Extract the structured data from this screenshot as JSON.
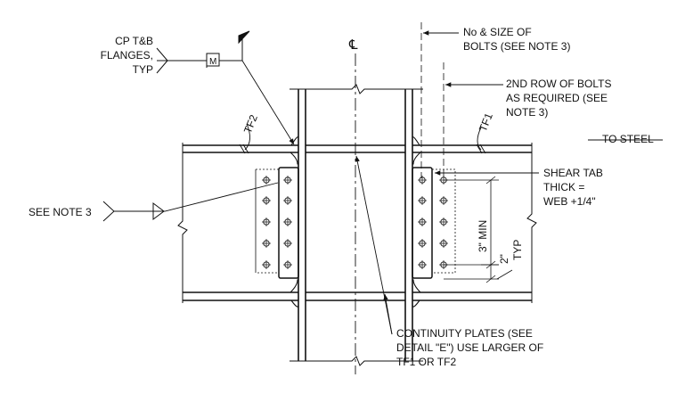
{
  "notes": {
    "cp_flanges": [
      "CP T&B",
      "FLANGES,",
      "TYP"
    ],
    "weld_m": "M",
    "centerline": "℄",
    "bolts": [
      "No & SIZE OF",
      "BOLTS (SEE NOTE 3)"
    ],
    "second_row": [
      "2ND ROW OF BOLTS",
      "AS REQUIRED (SEE",
      "NOTE 3)"
    ],
    "tf2": "TF2",
    "tf1": "TF1",
    "to_steel": "TO STEEL",
    "shear_tab": [
      "SHEAR TAB",
      "THICK =",
      "WEB +1/4\""
    ],
    "see_note3": "SEE NOTE 3",
    "dim_3min": "3\" MIN",
    "dim_2typ": [
      "2\"",
      "TYP"
    ],
    "continuity": [
      "CONTINUITY PLATES (SEE",
      "DETAIL \"E\") USE LARGER OF",
      "TF1 OR TF2"
    ]
  }
}
